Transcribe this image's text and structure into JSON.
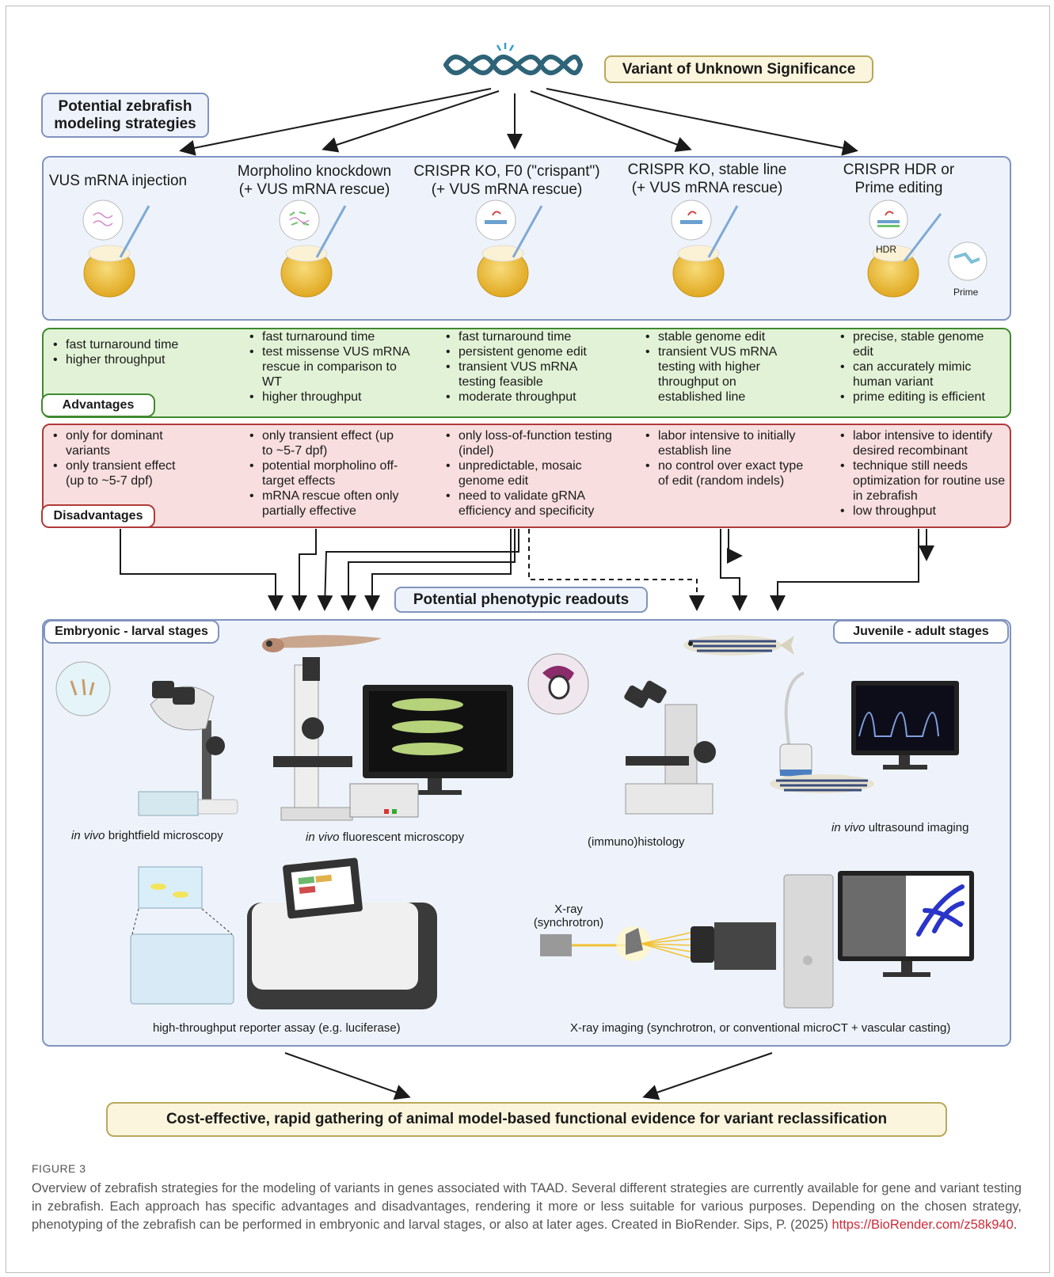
{
  "vus_label": "Variant of Unknown Significance",
  "strategies_label": "Potential zebrafish modeling strategies",
  "strategies": [
    {
      "title_line1": "VUS mRNA injection",
      "title_line2": ""
    },
    {
      "title_line1": "Morpholino knockdown",
      "title_line2": "(+ VUS mRNA rescue)"
    },
    {
      "title_line1": "CRISPR KO, F0 (\"crispant\")",
      "title_line2": "(+ VUS mRNA rescue)"
    },
    {
      "title_line1": "CRISPR KO, stable line",
      "title_line2": "(+ VUS mRNA rescue)"
    },
    {
      "title_line1": "CRISPR HDR or",
      "title_line2": "Prime editing"
    }
  ],
  "inset_labels": {
    "hdr": "HDR",
    "prime": "Prime"
  },
  "advantages_label": "Advantages",
  "advantages": [
    [
      "fast turnaround time",
      "higher throughput"
    ],
    [
      "fast turnaround time",
      "test missense VUS mRNA rescue in comparison to WT",
      "higher throughput"
    ],
    [
      "fast turnaround time",
      "persistent genome edit",
      "transient VUS mRNA testing feasible",
      "moderate throughput"
    ],
    [
      "stable genome edit",
      "transient VUS mRNA testing with higher throughput on established line"
    ],
    [
      "precise, stable genome edit",
      "can accurately mimic human variant",
      "prime editing is efficient"
    ]
  ],
  "disadvantages_label": "Disadvantages",
  "disadvantages": [
    [
      "only for dominant variants",
      "only transient effect (up to ~5-7 dpf)"
    ],
    [
      "only transient effect (up to ~5-7 dpf)",
      "potential morpholino off-target effects",
      "mRNA rescue often only partially effective"
    ],
    [
      "only loss-of-function testing (indel)",
      "unpredictable, mosaic genome edit",
      "need to validate gRNA efficiency and specificity"
    ],
    [
      "labor intensive to initially establish line",
      "no control over exact type of edit (random indels)"
    ],
    [
      "labor intensive to identify desired recombinant",
      "technique still needs optimization for routine use in zebrafish",
      "low throughput"
    ]
  ],
  "readouts_label": "Potential phenotypic readouts",
  "embryonic_label": "Embryonic - larval stages",
  "juvenile_label": "Juvenile - adult stages",
  "readouts": {
    "brightfield": {
      "italic": "in vivo",
      "rest": " brightfield microscopy"
    },
    "fluorescent": {
      "italic": "in vivo",
      "rest": " fluorescent microscopy"
    },
    "histology": "(immuno)histology",
    "ultrasound": {
      "italic": "in vivo",
      "rest": " ultrasound imaging"
    },
    "reporter": "high-throughput reporter assay (e.g. luciferase)",
    "xray_source": "X-ray (synchrotron)",
    "xray": "X-ray imaging (synchrotron, or conventional microCT + vascular casting)"
  },
  "conclusion": "Cost-effective, rapid gathering of animal model-based functional evidence for variant reclassification",
  "figure_label": "FIGURE 3",
  "caption_text": "Overview of zebrafish strategies for the modeling of variants in genes associated with TAAD. Several different strategies are currently available for gene and variant testing in zebrafish. Each approach has specific advantages and disadvantages, rendering it more or less suitable for various purposes. Depending on the chosen strategy, phenotyping of the zebrafish can be performed in embryonic and larval stages, or also at later ages. Created in BioRender. Sips, P. (2025) ",
  "caption_link": "https://BioRender.com/z58k940",
  "caption_end": ".",
  "colors": {
    "blue_border": "#8094c0",
    "green_border": "#3f8a2e",
    "red_border": "#b03a3a",
    "yolk": "#f2c94c",
    "link": "#d02b3a"
  }
}
